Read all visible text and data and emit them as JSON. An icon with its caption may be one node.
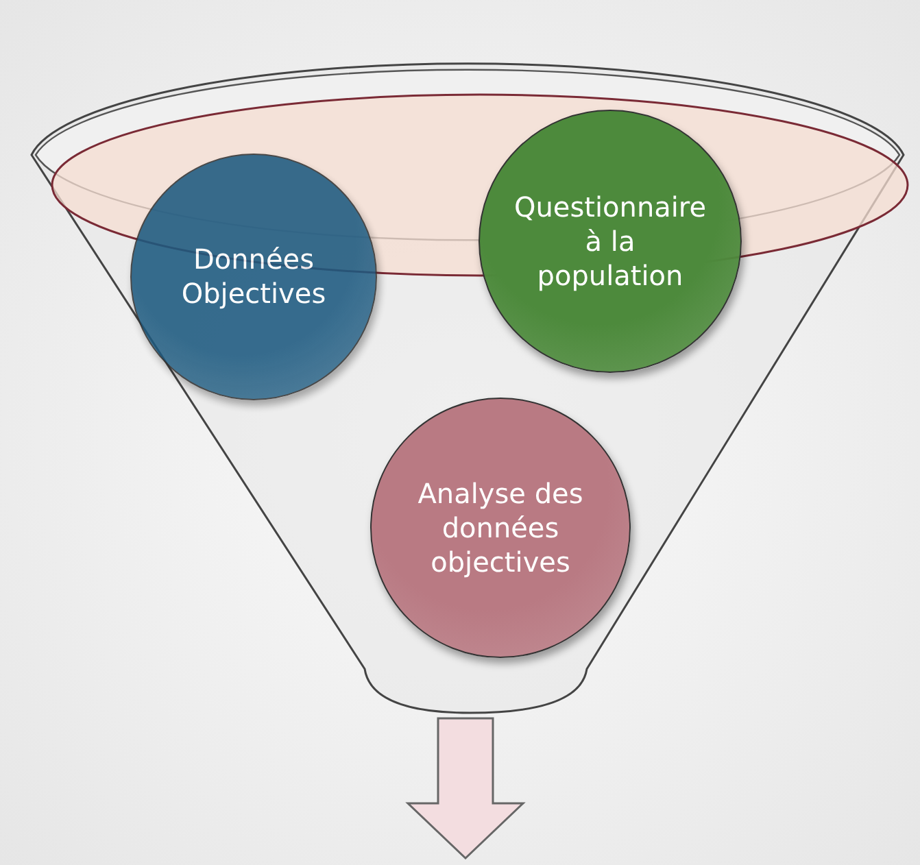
{
  "diagram": {
    "nodes": [
      {
        "text": [],
        "shape": "funnel"
      },
      {
        "text": [
          "Données Objectives"
        ],
        "in": 0
      },
      {
        "text": [
          "Questionnaire à la population"
        ],
        "in": 0
      },
      {
        "text": [
          "Analyse des données objectives"
        ],
        "in": 0
      }
    ]
  }
}
